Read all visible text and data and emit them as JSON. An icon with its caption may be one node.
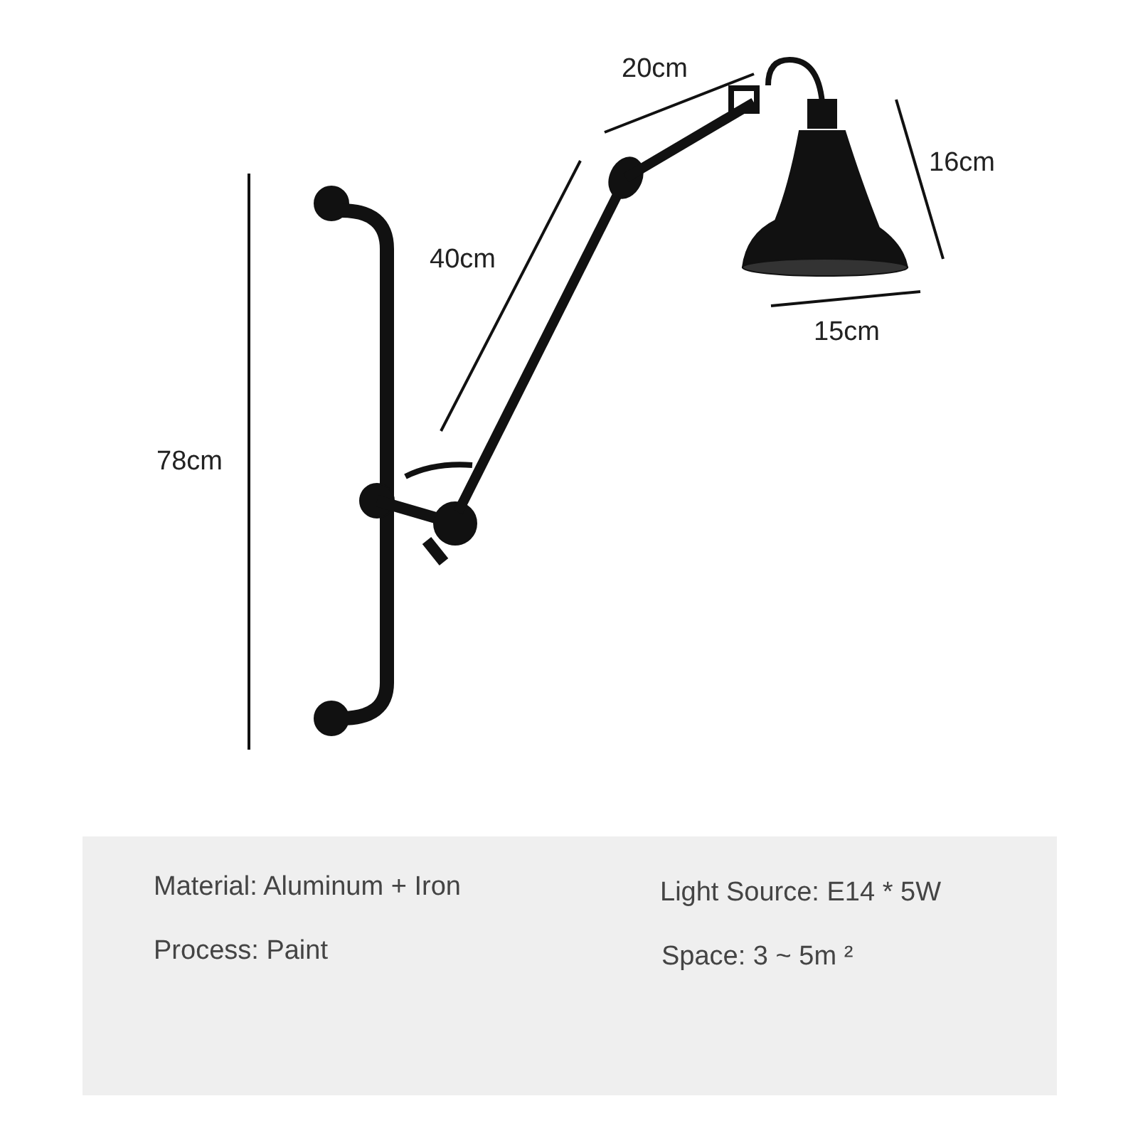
{
  "diagram": {
    "labels": [
      "20cm",
      "16cm",
      "40cm",
      "78cm",
      "15cm",
      "Material: Aluminum + Iron",
      "Light Source: E14 * 5W",
      "Process: Paint",
      "Space: 3 ~ 5m ²"
    ]
  }
}
